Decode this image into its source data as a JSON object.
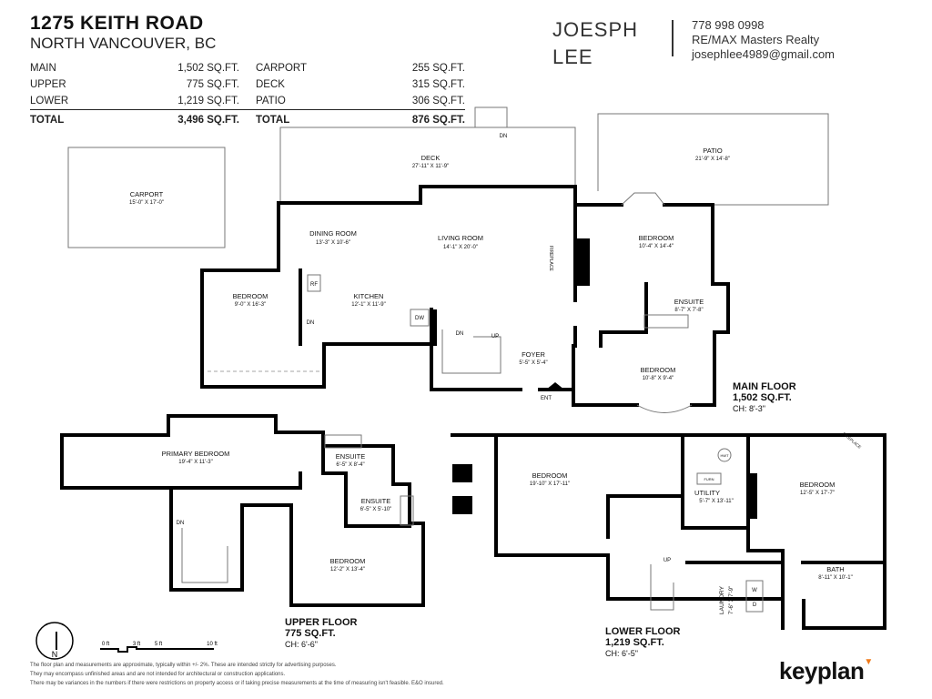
{
  "header": {
    "address": "1275 KEITH ROAD",
    "city": "NORTH VANCOUVER, BC"
  },
  "area_summary": {
    "living": [
      {
        "label": "MAIN",
        "value": "1,502 SQ.FT."
      },
      {
        "label": "UPPER",
        "value": "775 SQ.FT."
      },
      {
        "label": "LOWER",
        "value": "1,219 SQ.FT."
      }
    ],
    "living_total": {
      "label": "TOTAL",
      "value": "3,496 SQ.FT."
    },
    "outdoor": [
      {
        "label": "CARPORT",
        "value": "255 SQ.FT."
      },
      {
        "label": "DECK",
        "value": "315 SQ.FT."
      },
      {
        "label": "PATIO",
        "value": "306 SQ.FT."
      }
    ],
    "outdoor_total": {
      "label": "TOTAL",
      "value": "876 SQ.FT."
    }
  },
  "agent": {
    "first_name": "JOESPH",
    "last_name": "LEE",
    "phone": "778 998 0998",
    "brokerage": "RE/MAX Masters Realty",
    "email": "josephlee4989@gmail.com"
  },
  "main_floor": {
    "title": "MAIN FLOOR",
    "area": "1,502 SQ.FT.",
    "ceiling": "CH: 8'-3\"",
    "rooms": [
      {
        "name": "CARPORT",
        "dims": "15'-0\" X 17'-0\""
      },
      {
        "name": "DECK",
        "dims": "27'-11\" X 11'-9\""
      },
      {
        "name": "PATIO",
        "dims": "21'-9\" X 14'-8\""
      },
      {
        "name": "DINING ROOM",
        "dims": "13'-3\" X 10'-6\""
      },
      {
        "name": "LIVING ROOM",
        "dims": "14'-1\" X 20'-0\""
      },
      {
        "name": "BEDROOM",
        "dims": "10'-4\" X 14'-4\""
      },
      {
        "name": "BEDROOM",
        "dims": "9'-0\" X 16'-3\""
      },
      {
        "name": "KITCHEN",
        "dims": "12'-1\" X 11'-9\""
      },
      {
        "name": "ENSUITE",
        "dims": "8'-7\" X 7'-8\""
      },
      {
        "name": "FOYER",
        "dims": "5'-5\" X 5'-4\""
      },
      {
        "name": "BEDROOM",
        "dims": "10'-8\" X 9'-4\""
      }
    ],
    "labels": {
      "dn": "DN",
      "dn2": "DN",
      "up": "UP",
      "ent": "ENT",
      "rf": "RF",
      "dw": "DW",
      "fireplace": "FIREPLACE",
      "deck_dn": "DN"
    }
  },
  "upper_floor": {
    "title": "UPPER FLOOR",
    "area": "775 SQ.FT.",
    "ceiling": "CH: 6'-6\"",
    "rooms": [
      {
        "name": "PRIMARY BEDROOM",
        "dims": "19'-4\" X 11'-3\""
      },
      {
        "name": "ENSUITE",
        "dims": "6'-5\" X 8'-4\""
      },
      {
        "name": "ENSUITE",
        "dims": "6'-5\" X 5'-10\""
      },
      {
        "name": "BEDROOM",
        "dims": "12'-2\" X 13'-4\""
      }
    ],
    "labels": {
      "dn": "DN"
    }
  },
  "lower_floor": {
    "title": "LOWER FLOOR",
    "area": "1,219 SQ.FT.",
    "ceiling": "CH: 6'-5\"",
    "rooms": [
      {
        "name": "BEDROOM",
        "dims": "19'-10\" X 17'-11\""
      },
      {
        "name": "UTILITY",
        "dims": "5'-7\" X 13'-11\""
      },
      {
        "name": "BEDROOM",
        "dims": "12'-5\" X 17'-7\""
      },
      {
        "name": "BATH",
        "dims": "8'-11\" X 10'-1\""
      },
      {
        "name": "LAUNDRY",
        "dims": "7'-6\" X 7'-9\""
      }
    ],
    "labels": {
      "up": "UP",
      "hwt": "HWT",
      "furn": "FURN",
      "w": "W",
      "d": "D",
      "fireplace": "FIREPLACE"
    }
  },
  "legend": {
    "north": "N",
    "scale": [
      "0 ft",
      "3 ft",
      "5 ft",
      "10 ft"
    ]
  },
  "disclaimer": [
    "The floor plan and measurements are approximate, typically within +/- 2%. These are intended strictly for advertising purposes.",
    "They may encompass unfinished areas and are not intended for architectural or construction applications.",
    "There may be variances in the numbers if there were restrictions on property access or if taking precise measurements at the time of measuring isn't feasible. E&O insured."
  ],
  "brand": {
    "name": "keyplan",
    "accent": "#f07a1a"
  }
}
